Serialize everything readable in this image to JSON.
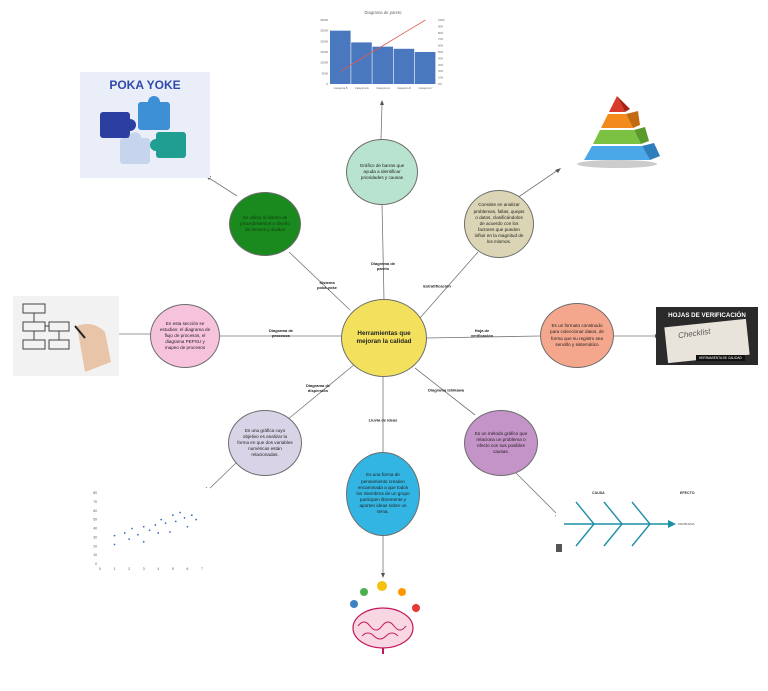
{
  "center": {
    "label": "Herramientas que mejoran la calidad",
    "color": "#f3e15e"
  },
  "nodes": {
    "pareto": {
      "text": "Gráfico de barras que ayuda a identificar prioridades y causas",
      "color": "#b8e3cf"
    },
    "estratificacion": {
      "text": "Consiste en analizar problemas, fallas, quejas o datos, clasificándolos de acuerdo con los factores que pueden influir en la magnitud de los mismos.",
      "color": "#dbd5b5"
    },
    "verificacion": {
      "text": "Es un formato construido para coleccionar datos, de forma que su registro sea sencillo y sistemático",
      "color": "#f5a78d"
    },
    "ishikawa": {
      "text": "Es un método gráfico que relaciona un problema o efecto con sus posibles causas.",
      "color": "#c493c7"
    },
    "lluvia": {
      "text": "Es una forma de pensamiento creativo encaminada a que todos los miembros de un grupo participen libremente y aporten ideas sobre un tema.",
      "color": "#33b5e3"
    },
    "dispersion": {
      "text": "Es una gráfica cuyo objetivo es analizar la forma en que dos variables numéricas están relacionadas.",
      "color": "#d8d3e6"
    },
    "procesos": {
      "text": "En esta sección se estudian: el diagrama de flujo de procesos, el diagrama PEPSU y mapeo de procesos",
      "color": "#f7c3dc"
    },
    "pokayoke": {
      "text": "Se utiliza al diseño de procedimientos o diseño de errores y olvidos",
      "color": "#1b8a1e"
    }
  },
  "edge_labels": {
    "pareto": "Diagrama de\npareto",
    "estratificacion": "Estratificación",
    "verificacion": "Hoja de\nverificación",
    "ishikawa": "Diagrama Ishikawa",
    "lluvia": "Lluvia de ideas",
    "dispersion": "Diagrama de\ndispersión",
    "procesos": "Diagrama de\nprocesos",
    "pokayoke": "Sistema\npoka-yoke"
  },
  "images": {
    "pareto_title": "Diagrama de pareto",
    "pareto_y_left": [
      "30000",
      "25000",
      "20000",
      "15000",
      "10000",
      "5000",
      "0"
    ],
    "pareto_y_right": [
      "100%",
      "90%",
      "80%",
      "70%",
      "60%",
      "50%",
      "40%",
      "30%",
      "20%",
      "10%",
      "0%"
    ],
    "pareto_categories": [
      "Categoría B",
      "Categoría E",
      "Categoría A",
      "Categoría D",
      "Categoría C"
    ],
    "pareto_values": [
      25000,
      19500,
      17500,
      16500,
      15000
    ],
    "pokayoke_title": "POKA YOKE",
    "checklist_title": "HOJAS DE VERIFICACIÓN",
    "checklist_word": "Checklist",
    "checklist_footer": "HERRAMIENTA DE CALIDAD",
    "fishbone_causa": "CAUSA",
    "fishbone_efecto": "EFECTO",
    "fishbone_problema": "PROBLEMA",
    "scatter_y_ticks": [
      "80",
      "70",
      "60",
      "50",
      "40",
      "30",
      "20",
      "10",
      "0"
    ],
    "scatter_x_ticks": [
      "0",
      "1",
      "2",
      "3",
      "4",
      "5",
      "6",
      "7"
    ]
  }
}
